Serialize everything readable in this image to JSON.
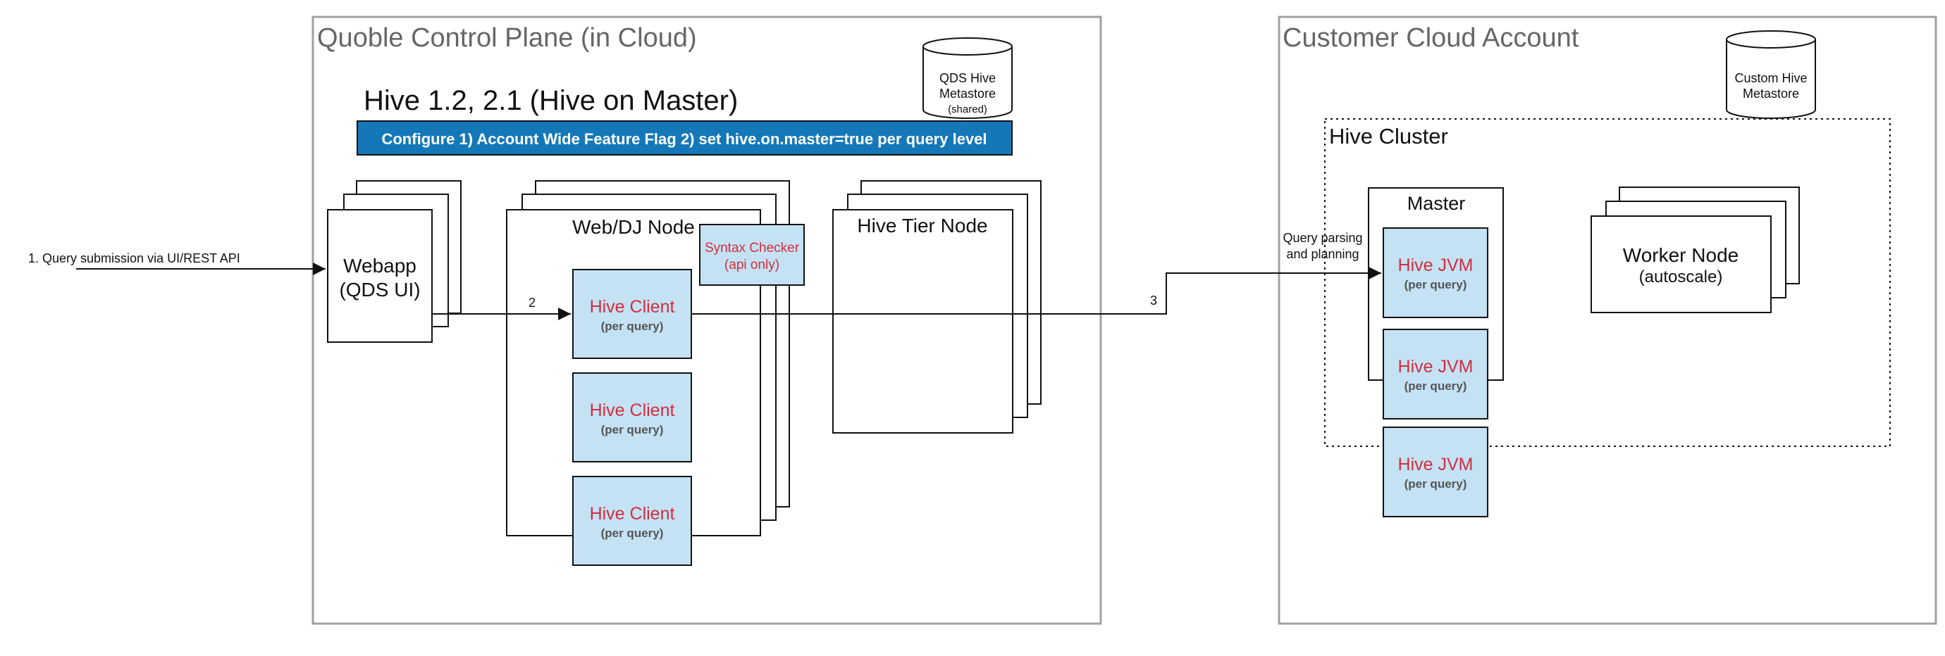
{
  "control_plane": {
    "title": "Quoble Control Plane (in Cloud)",
    "subtitle": "Hive 1.2, 2.1 (Hive on Master)",
    "banner": "Configure 1) Account Wide Feature Flag 2) set hive.on.master=true per query level",
    "metastore": {
      "line1": "QDS Hive",
      "line2": "Metastore",
      "line3": "(shared)"
    },
    "webapp": {
      "line1": "Webapp",
      "line2": "(QDS UI)"
    },
    "webdj_title": "Web/DJ Node",
    "syntax_checker": {
      "line1": "Syntax Checker",
      "line2": "(api only)"
    },
    "hive_client": {
      "label": "Hive Client",
      "sub": "(per query)"
    },
    "tier_title": "Hive Tier Node"
  },
  "customer": {
    "title": "Customer Cloud Account",
    "metastore": {
      "line1": "Custom Hive",
      "line2": "Metastore"
    },
    "cluster_title": "Hive Cluster",
    "master_title": "Master",
    "hive_jvm": {
      "label": "Hive JVM",
      "sub": "(per query)"
    },
    "worker": {
      "line1": "Worker Node",
      "line2": "(autoscale)"
    }
  },
  "flow": {
    "step1": "1. Query submission via UI/REST API",
    "step2": "2",
    "step3": "3",
    "parse_line1": "Query parsing",
    "parse_line2": "and planning"
  },
  "colors": {
    "banner_bg": "#1478b8",
    "client_bg": "#c4e2f4",
    "client_text": "#d22f3f",
    "region_border": "#a0a0a0",
    "region_title": "#666666"
  }
}
